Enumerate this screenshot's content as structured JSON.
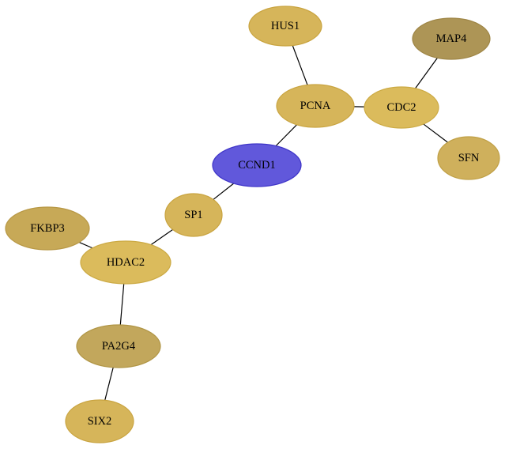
{
  "graph": {
    "nodes": [
      {
        "id": "HUS1",
        "label": "HUS1",
        "fill": "#d6b55a",
        "stroke": "#c9a440"
      },
      {
        "id": "MAP4",
        "label": "MAP4",
        "fill": "#ad9556",
        "stroke": "#9e8545"
      },
      {
        "id": "PCNA",
        "label": "PCNA",
        "fill": "#d6b55a",
        "stroke": "#c9a440"
      },
      {
        "id": "CDC2",
        "label": "CDC2",
        "fill": "#dbbb5c",
        "stroke": "#ccaa44"
      },
      {
        "id": "SFN",
        "label": "SFN",
        "fill": "#cfb05c",
        "stroke": "#c0a046"
      },
      {
        "id": "CCND1",
        "label": "CCND1",
        "fill": "#6158db",
        "stroke": "#3f35c8"
      },
      {
        "id": "SP1",
        "label": "SP1",
        "fill": "#d6b55a",
        "stroke": "#c9a440"
      },
      {
        "id": "FKBP3",
        "label": "FKBP3",
        "fill": "#c7a957",
        "stroke": "#b89845"
      },
      {
        "id": "HDAC2",
        "label": "HDAC2",
        "fill": "#dbbb5c",
        "stroke": "#ccaa44"
      },
      {
        "id": "PA2G4",
        "label": "PA2G4",
        "fill": "#c2a75c",
        "stroke": "#b09545"
      },
      {
        "id": "SIX2",
        "label": "SIX2",
        "fill": "#d6b55a",
        "stroke": "#c9a440"
      }
    ],
    "edges": [
      {
        "source": "HUS1",
        "target": "PCNA"
      },
      {
        "source": "PCNA",
        "target": "CDC2"
      },
      {
        "source": "CDC2",
        "target": "MAP4"
      },
      {
        "source": "CDC2",
        "target": "SFN"
      },
      {
        "source": "PCNA",
        "target": "CCND1"
      },
      {
        "source": "CCND1",
        "target": "SP1"
      },
      {
        "source": "SP1",
        "target": "HDAC2"
      },
      {
        "source": "FKBP3",
        "target": "HDAC2"
      },
      {
        "source": "HDAC2",
        "target": "PA2G4"
      },
      {
        "source": "PA2G4",
        "target": "SIX2"
      }
    ]
  }
}
